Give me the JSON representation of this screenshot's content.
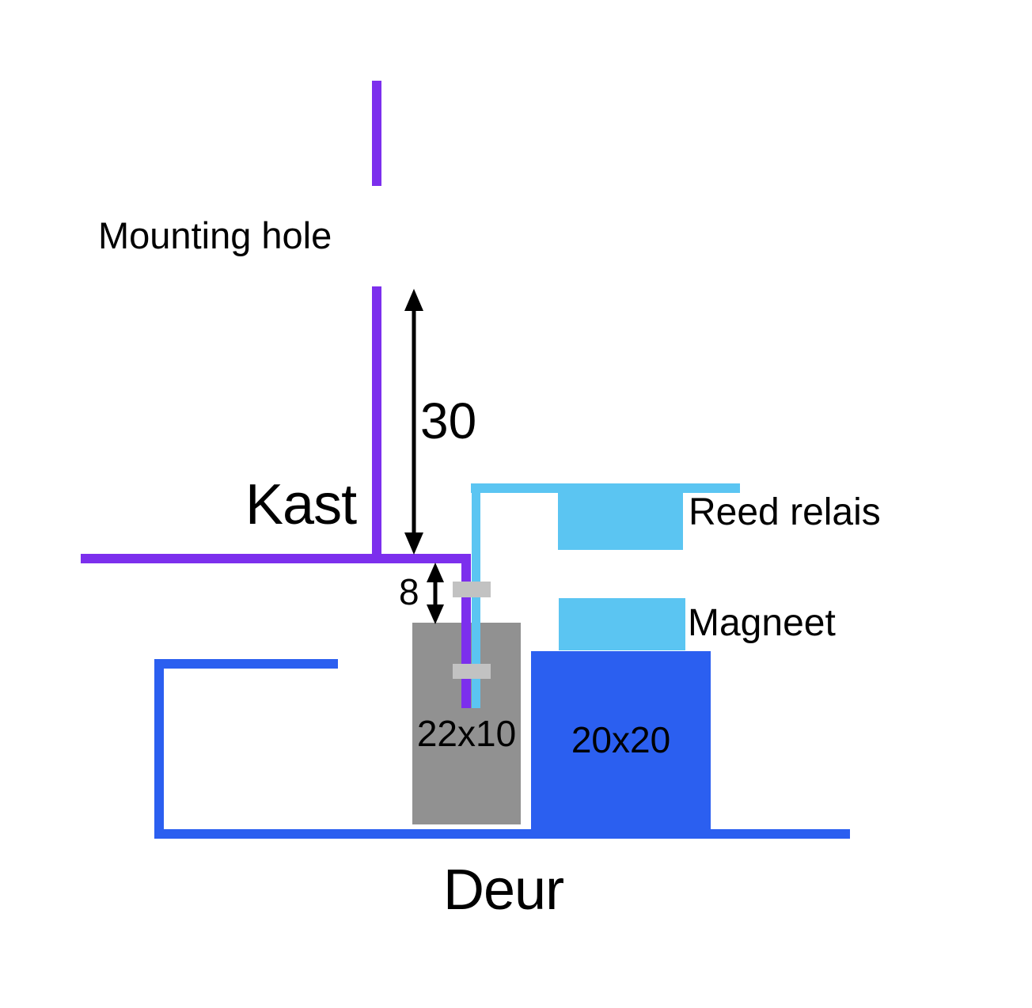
{
  "diagram": {
    "cabinet_label": "Kast",
    "door_label": "Deur",
    "mounting_hole_label": "Mounting hole",
    "reed_relay_label": "Reed relais",
    "magnet_label": "Magneet",
    "dim_vertical": "30",
    "dim_gap": "8",
    "magnet_block_size": "22x10",
    "profile_block_size": "20x20",
    "colors": {
      "cabinet": "#7C2FED",
      "reed": "#5BC5F2",
      "door": "#2B5FF0",
      "magnet_block": "#919191",
      "clamp": "#C2C2C2",
      "dimension": "#000000"
    }
  }
}
